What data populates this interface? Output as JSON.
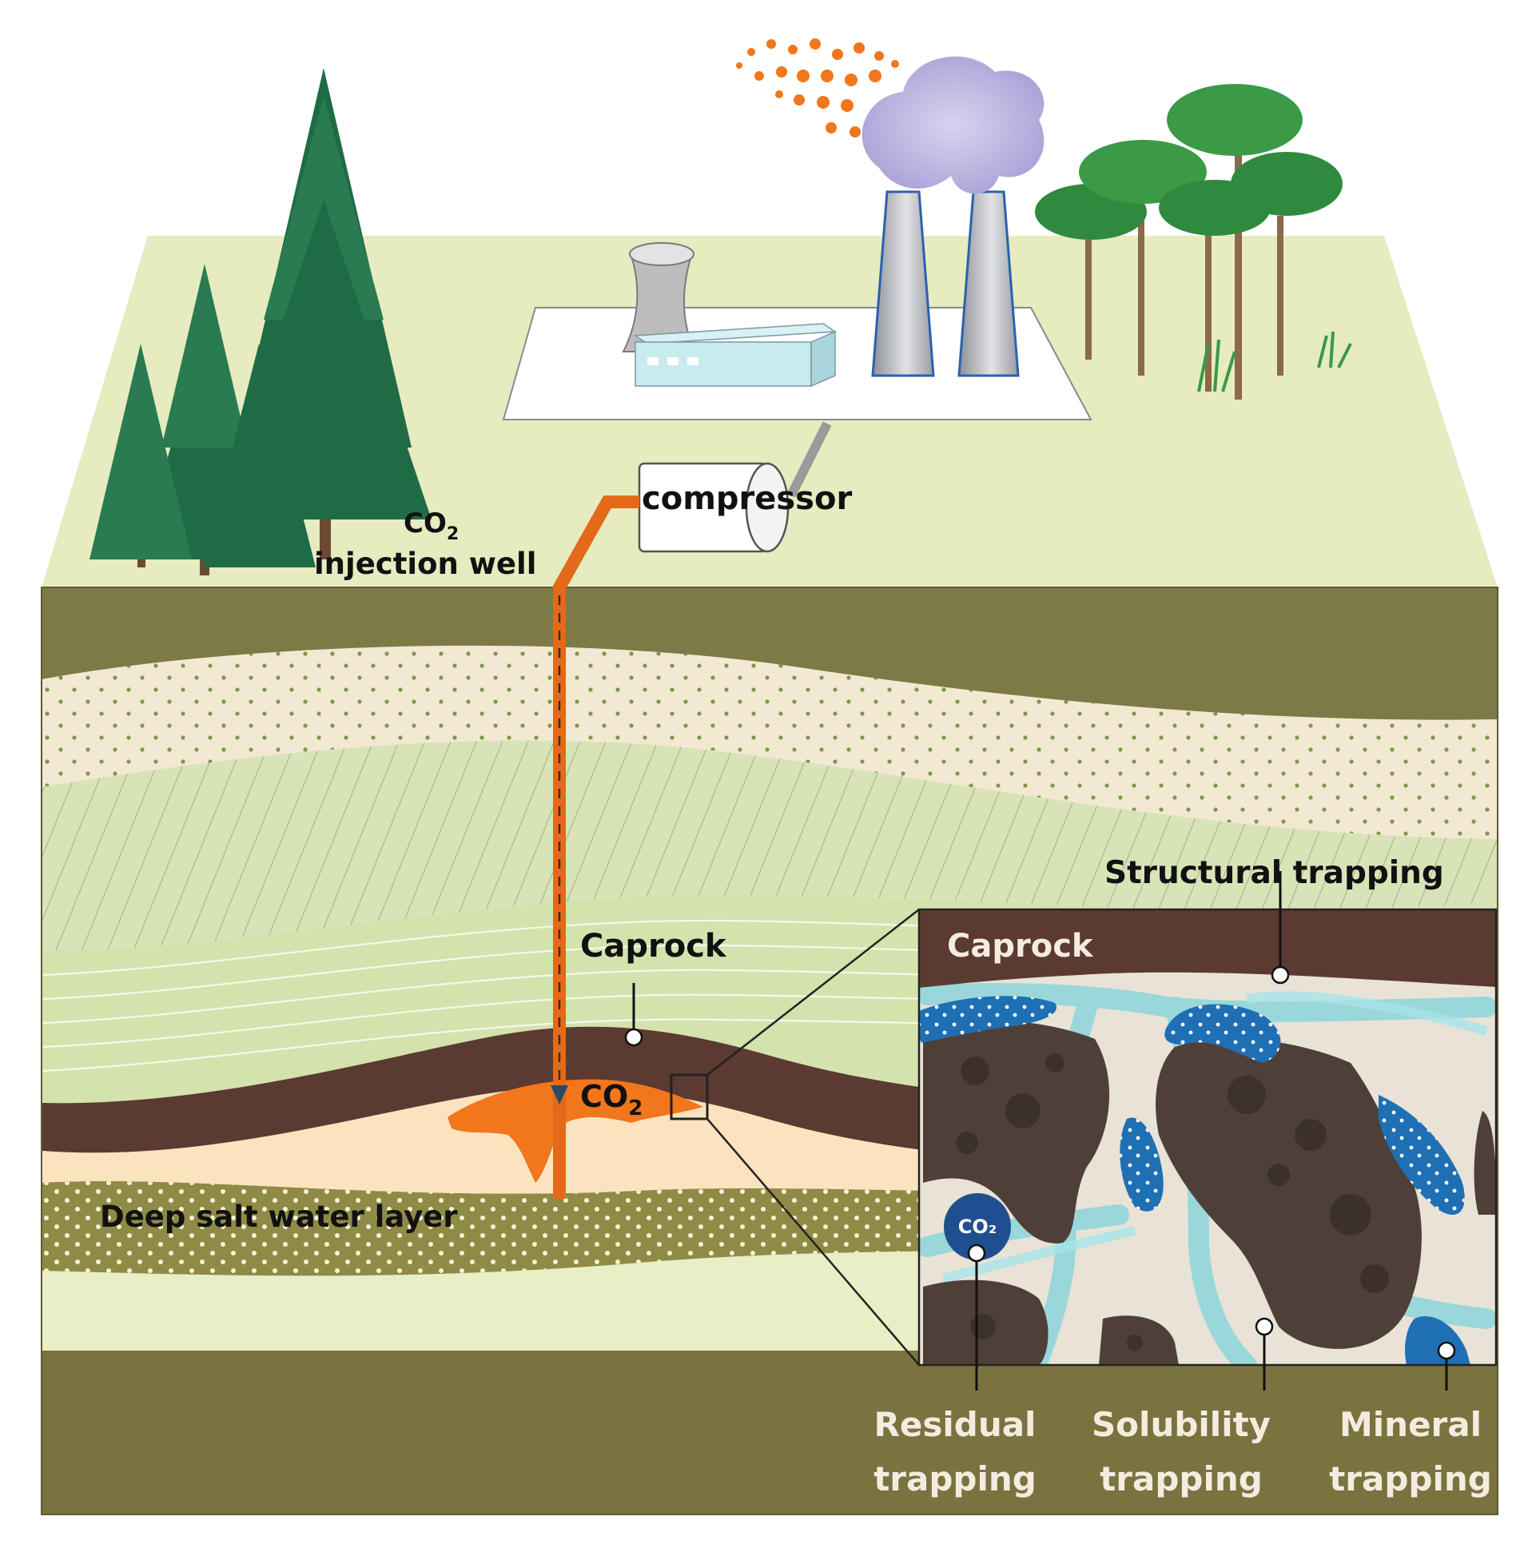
{
  "labels": {
    "co2_sym": "CO",
    "co2_sub": "2",
    "injection_well": "injection well",
    "compressor": "compressor",
    "caprock": "Caprock",
    "structural_trapping": "Structural trapping",
    "deep_salt_water_layer": "Deep salt water layer",
    "inset_caprock": "Caprock",
    "inset_co2": "CO₂",
    "residual": "Residual",
    "solubility": "Solubility",
    "mineral": "Mineral",
    "trapping": "trapping"
  },
  "colors": {
    "ground_surface": "#e6ebc0",
    "olive_layer": "#7d7a47",
    "sand_layer": "#f3e8d2",
    "green_layer": "#d8e4b8",
    "caprock": "#5b3a31",
    "co2": "#f2761b",
    "salt_water_layer": "#8f8a45",
    "rock_grain": "#4e4038",
    "brine_blue": "#7fd3dc",
    "mineral_blue": "#1f6fb5",
    "tree_green": "#1f6b46"
  }
}
